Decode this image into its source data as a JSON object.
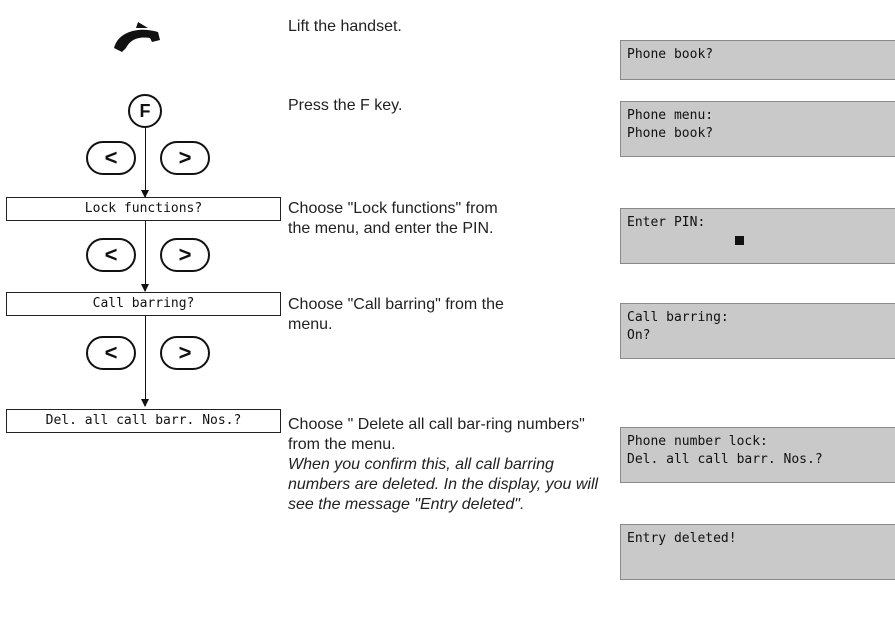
{
  "steps": [
    {
      "text": "Lift the handset."
    },
    {
      "text": "Press the F key."
    },
    {
      "text": "Choose \"Lock functions\" from the menu, and enter the PIN."
    },
    {
      "text": "Choose \"Call barring\" from the menu."
    },
    {
      "text": "Choose \" Delete all call bar-ring numbers\" from the menu.",
      "note": "When you confirm this, all call barring numbers are deleted. In the display, you will see the message \"Entry deleted\"."
    }
  ],
  "keys": {
    "f_key": "F",
    "left": "<",
    "right": ">"
  },
  "menu_items": {
    "lock_functions": "Lock functions?",
    "call_barring": "Call barring?",
    "delete_all": "Del. all call barr. Nos.?"
  },
  "displays": [
    {
      "line1": "",
      "line2": "Phone book?"
    },
    {
      "line1": "Phone menu:",
      "line2": "Phone book?"
    },
    {
      "line1": "Enter PIN:",
      "line2": ""
    },
    {
      "line1": "Call barring:",
      "line2": "On?"
    },
    {
      "line1": "Phone number lock:",
      "line2": "Del. all call barr. Nos.?"
    },
    {
      "line1": "Entry deleted!",
      "line2": ""
    }
  ],
  "icons": {
    "handset": "handset-icon",
    "cursor": "cursor-block-icon"
  }
}
